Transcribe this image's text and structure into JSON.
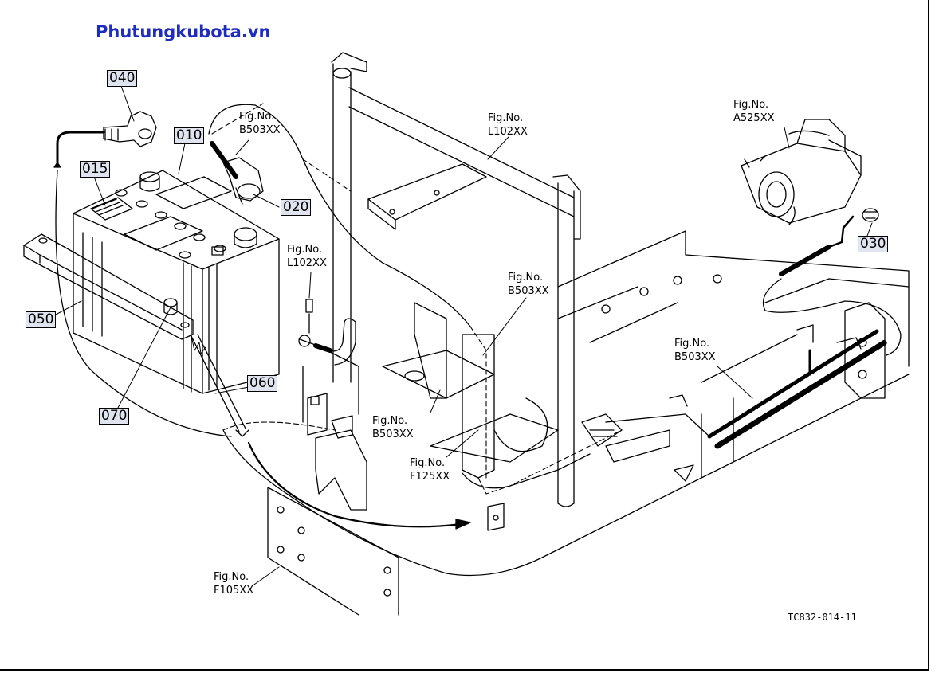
{
  "brand": "Phutungkubota.vn",
  "drawing_code": "TC832-014-11",
  "parts": {
    "p010": "010",
    "p015": "015",
    "p020": "020",
    "p030": "030",
    "p040": "040",
    "p050": "050",
    "p060": "060",
    "p070": "070"
  },
  "fig_refs": {
    "prefix": "Fig.No.",
    "b503_top": "B503XX",
    "l102_frame": "L102XX",
    "a525": "A525XX",
    "l102_bolt": "L102XX",
    "b503_mid": "B503XX",
    "b503_right": "B503XX",
    "b503_low": "B503XX",
    "f125": "F125XX",
    "f105": "F105XX"
  }
}
